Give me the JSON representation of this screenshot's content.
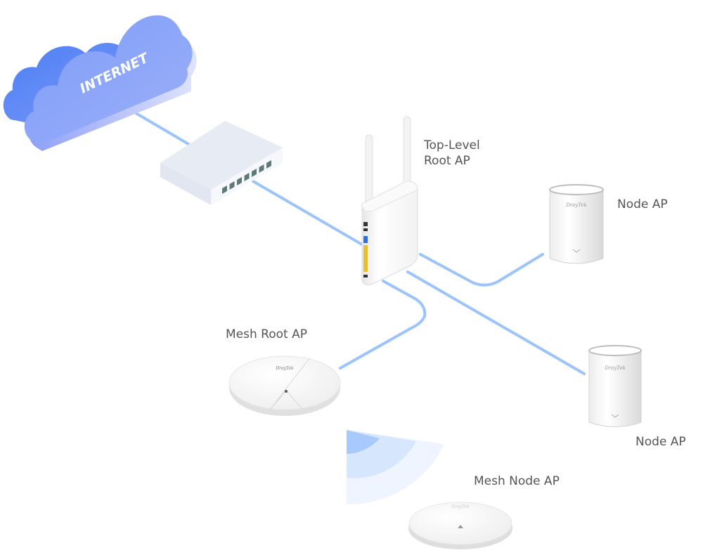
{
  "diagram": {
    "cloud": {
      "label": "INTERNET"
    },
    "switch": {
      "port_count": 7
    },
    "labels": {
      "top_level_root_ap_line1": "Top-Level",
      "top_level_root_ap_line2": "Root AP",
      "node_ap_1": "Node AP",
      "node_ap_2": "Node AP",
      "mesh_root_ap": "Mesh Root AP",
      "mesh_node_ap": "Mesh Node AP"
    },
    "brand": "DrayTek",
    "colors": {
      "link": "#9cc4fb",
      "cloud_dark": "#4f86f7",
      "cloud_light": "#8ea3f7",
      "wifi_inner": "#a7c9fb",
      "wifi_mid": "#d5e6fd",
      "wifi_outer": "#eef5fe",
      "label_text": "#555555"
    }
  }
}
